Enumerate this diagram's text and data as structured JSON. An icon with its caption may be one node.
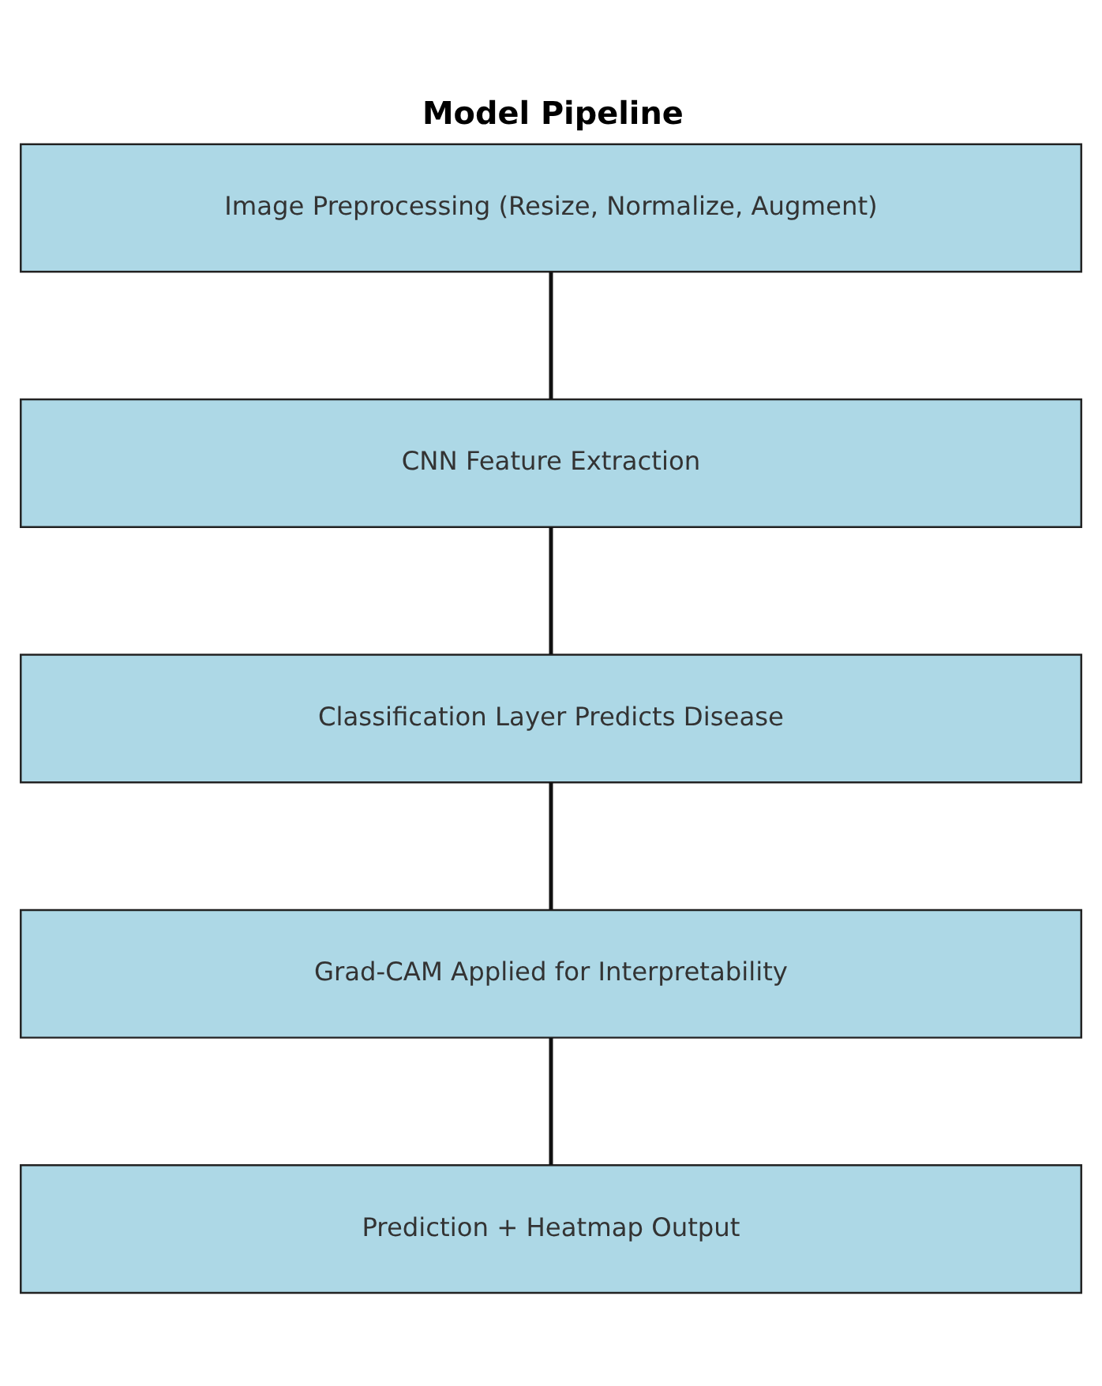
{
  "diagram": {
    "title": "Model Pipeline",
    "nodes": [
      {
        "text": [
          "Image Preprocessing (Resize, Normalize, Augment)"
        ]
      },
      {
        "text": [
          "CNN Feature Extraction"
        ]
      },
      {
        "text": [
          "Classification Layer Predicts Disease"
        ]
      },
      {
        "text": [
          "Grad-CAM Applied for Interpretability"
        ]
      },
      {
        "text": [
          "Prediction + Heatmap Output"
        ]
      }
    ],
    "edges": [
      {
        "from": 0,
        "to": 1,
        "arrow": "none"
      },
      {
        "from": 1,
        "to": 2,
        "arrow": "none"
      },
      {
        "from": 2,
        "to": 3,
        "arrow": "none"
      },
      {
        "from": 3,
        "to": 4,
        "arrow": "none"
      }
    ]
  }
}
